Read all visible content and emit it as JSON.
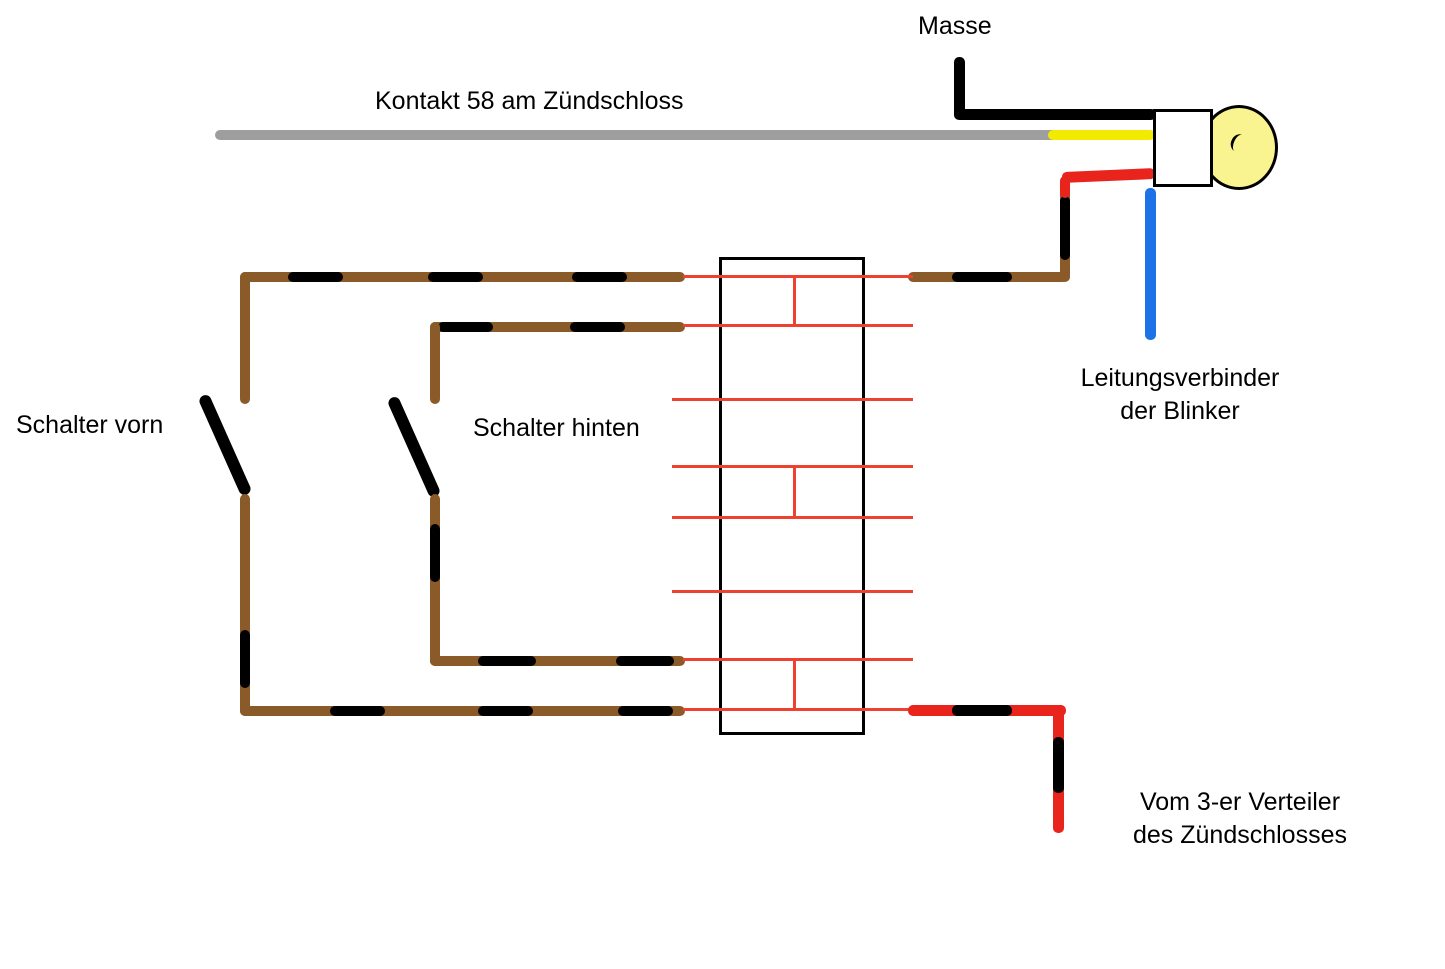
{
  "diagram": {
    "labels": {
      "masse": "Masse",
      "kontakt58": "Kontakt 58 am Zündschloss",
      "schalter_vorn": "Schalter vorn",
      "schalter_hinten": "Schalter hinten",
      "leitungsverbinder_line1": "Leitungsverbinder",
      "leitungsverbinder_line2": "der Blinker",
      "verteiler_line1": "Vom 3-er Verteiler",
      "verteiler_line2": "des Zündschlosses"
    },
    "colors": {
      "wire_brown": "#8a5a28",
      "wire_black": "#000000",
      "wire_red": "#e8241c",
      "terminal_red": "#ef4130",
      "wire_blue": "#1d72e8",
      "wire_yellow": "#f2ea00",
      "wire_gray": "#9e9e9e",
      "bulb_yellow": "#f9f48f"
    }
  }
}
